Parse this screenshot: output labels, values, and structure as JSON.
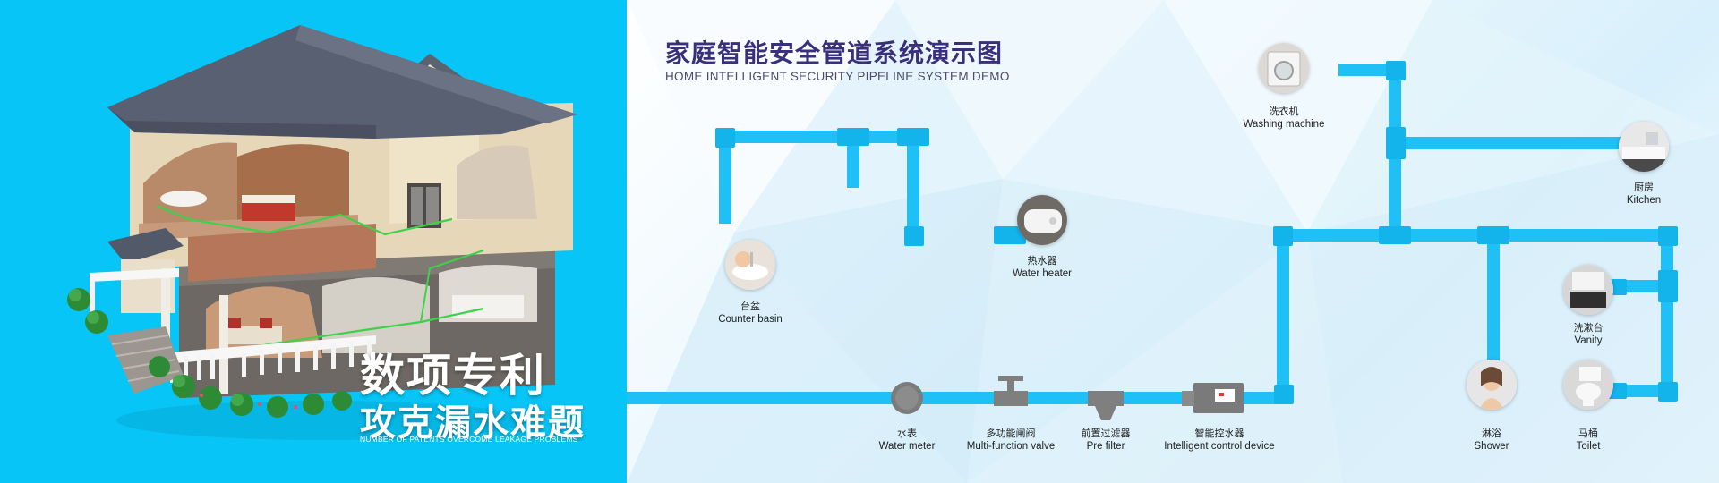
{
  "header": {
    "title_cn": "家庭智能安全管道系统演示图",
    "title_en": "HOME INTELLIGENT SECURITY PIPELINE SYSTEM DEMO"
  },
  "slogan": {
    "line1": "数项专利",
    "line2": "攻克漏水难题",
    "en": "NUMBER OF PATENTS OVERCOME LEAKAGE PROBLEMS"
  },
  "colors": {
    "left_bg": "#07c6f7",
    "pipe": "#1fc0f5",
    "pipe_dark": "#0ea5dc",
    "title": "#3a2f7a"
  },
  "components": [
    {
      "id": "water-meter",
      "cn": "水表",
      "en": "Water meter",
      "icon": "water-meter-icon"
    },
    {
      "id": "multi-function-valve",
      "cn": "多功能闸阀",
      "en": "Multi-function valve",
      "icon": "valve-icon"
    },
    {
      "id": "pre-filter",
      "cn": "前置过滤器",
      "en": "Pre filter",
      "icon": "filter-icon"
    },
    {
      "id": "intelligent-control-device",
      "cn": "智能控水器",
      "en": "Intelligent control device",
      "icon": "control-device-icon"
    }
  ],
  "fixtures": [
    {
      "id": "counter-basin",
      "cn": "台盆",
      "en": "Counter basin",
      "icon": "basin-icon"
    },
    {
      "id": "water-heater",
      "cn": "热水器",
      "en": "Water heater",
      "icon": "water-heater-icon"
    },
    {
      "id": "washing-machine",
      "cn": "洗衣机",
      "en": "Washing machine",
      "icon": "washing-machine-icon"
    },
    {
      "id": "kitchen",
      "cn": "厨房",
      "en": "Kitchen",
      "icon": "kitchen-icon"
    },
    {
      "id": "vanity",
      "cn": "洗漱台",
      "en": "Vanity",
      "icon": "vanity-icon"
    },
    {
      "id": "shower",
      "cn": "淋浴",
      "en": "Shower",
      "icon": "shower-icon"
    },
    {
      "id": "toilet",
      "cn": "马桶",
      "en": "Toilet",
      "icon": "toilet-icon"
    }
  ]
}
